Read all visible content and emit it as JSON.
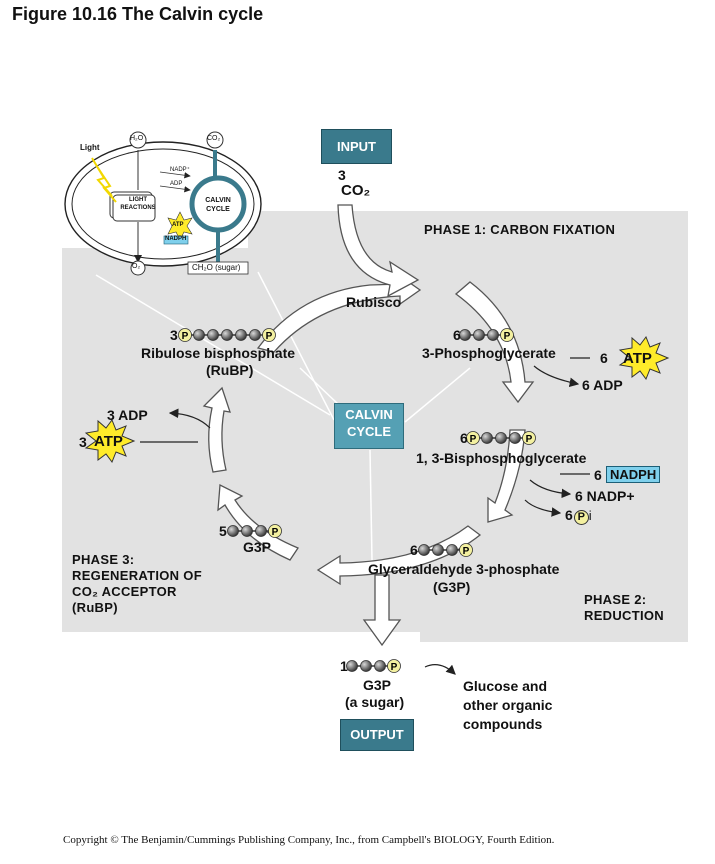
{
  "title": "Figure 10.16  The Calvin cycle",
  "inset": {
    "light": "Light",
    "h2o": "H₂O",
    "co2": "CO₂",
    "nadp": "NADP⁺",
    "adp": "ADP",
    "light_reactions_1": "LIGHT",
    "light_reactions_2": "REACTIONS",
    "atp": "ATP",
    "nadph": "NADPH",
    "calvin_1": "CALVIN",
    "calvin_2": "CYCLE",
    "o2": "O₂",
    "sugar": "CH₂O (sugar)"
  },
  "input": {
    "box": "INPUT",
    "count": "3",
    "molecule": "CO₂"
  },
  "phase1": "PHASE 1: CARBON FIXATION",
  "phase2": [
    "PHASE 2:",
    "REDUCTION"
  ],
  "phase3": [
    "PHASE 3:",
    "REGENERATION OF",
    "CO₂ ACCEPTOR",
    "(RuBP)"
  ],
  "rubisco": "Rubisco",
  "calvin_cycle": [
    "CALVIN",
    "CYCLE"
  ],
  "rubp": {
    "count": "3",
    "name": "Ribulose bisphosphate",
    "abbr": "(RuBP)"
  },
  "pga": {
    "count": "6",
    "name": "3-Phosphoglycerate"
  },
  "atp_in": {
    "count": "6",
    "label": "ATP"
  },
  "adp_out": "6 ADP",
  "bpg": {
    "count": "6",
    "name": "1, 3-Bisphosphoglycerate"
  },
  "nadph_in": {
    "count": "6",
    "label": "NADPH"
  },
  "nadp_out": "6 NADP+",
  "pi_out": {
    "count": "6",
    "symbol": "P",
    "sub": "i"
  },
  "g3p": {
    "count": "6",
    "name": "Glyceraldehyde 3-phosphate",
    "abbr": "(G3P)"
  },
  "g3p5": {
    "count": "5",
    "name": "G3P"
  },
  "regen_adp": "3 ADP",
  "regen_atp": {
    "count": "3",
    "label": "ATP"
  },
  "phosphate_symbol": "P",
  "output": {
    "count": "1",
    "name": "G3P",
    "sub": "(a sugar)",
    "box": "OUTPUT"
  },
  "glucose": [
    "Glucose and",
    "other organic",
    "compounds"
  ],
  "copyright": "Copyright © The Benjamin/Cummings Publishing Company, Inc., from Campbell's BIOLOGY, Fourth Edition.",
  "colors": {
    "panel": "#e3e3e3",
    "box": "#3a7a8c",
    "cycle_box": "#55a0b4",
    "atp_star": "#ffeb2a",
    "nadph": "#7fd0ec",
    "phosphate": "#f3f0a0"
  }
}
